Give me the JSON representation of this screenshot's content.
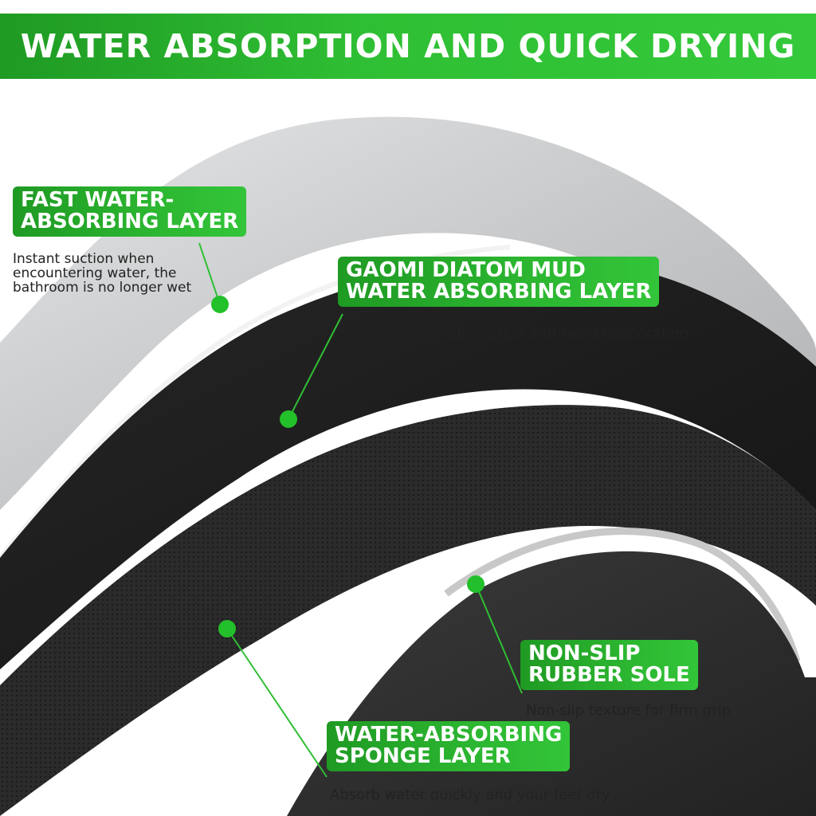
{
  "header": {
    "title": "WATER ABSORPTION AND QUICK DRYING"
  },
  "labels": {
    "fast_layer": {
      "title_lines": [
        "FAST WATER-",
        "ABSORBING LAYER"
      ],
      "desc_lines": [
        "Instant suction when",
        "encountering water, the",
        "bathroom is no longer wet"
      ]
    },
    "diatom_layer": {
      "title_lines": [
        "GAOMI DIATOM MUD",
        "WATER ABSORBING LAYER"
      ],
      "desc_lines": [
        "Instant water absorption and rapid evaporation"
      ]
    },
    "rubber_sole": {
      "title_lines": [
        "NON-SLIP",
        "RUBBER SOLE"
      ],
      "desc_lines": [
        "Non-slip texture for firm grip"
      ]
    },
    "sponge_layer": {
      "title_lines": [
        "WATER-ABSORBING",
        "SPONGE LAYER"
      ],
      "desc_lines": [
        "Absorb water quickly and your feet dry"
      ]
    }
  },
  "colors": {
    "accent_green": "#2fbf34",
    "dot_green": "#22c02a",
    "top_layer": "#c9cbcd",
    "dark_layer": "#1c1c1c"
  }
}
